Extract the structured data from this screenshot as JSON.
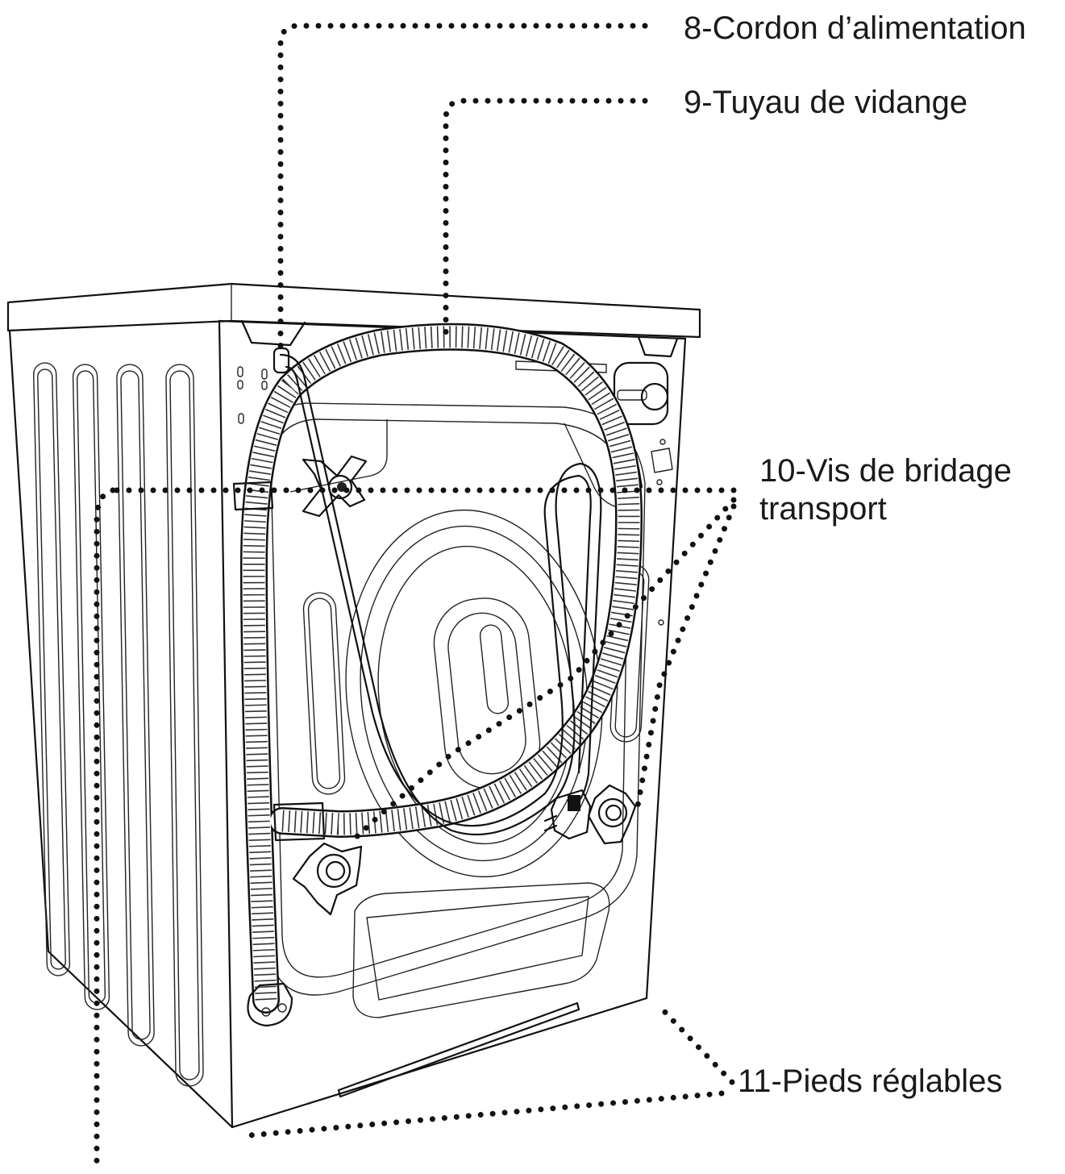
{
  "labels": {
    "power_cord": "8-Cordon d’alimentation",
    "drain_hose": "9-Tuyau de vidange",
    "transport_bolts_line1": "10-Vis de bridage",
    "transport_bolts_line2": "transport",
    "adjustable_feet": "11-Pieds réglables"
  }
}
